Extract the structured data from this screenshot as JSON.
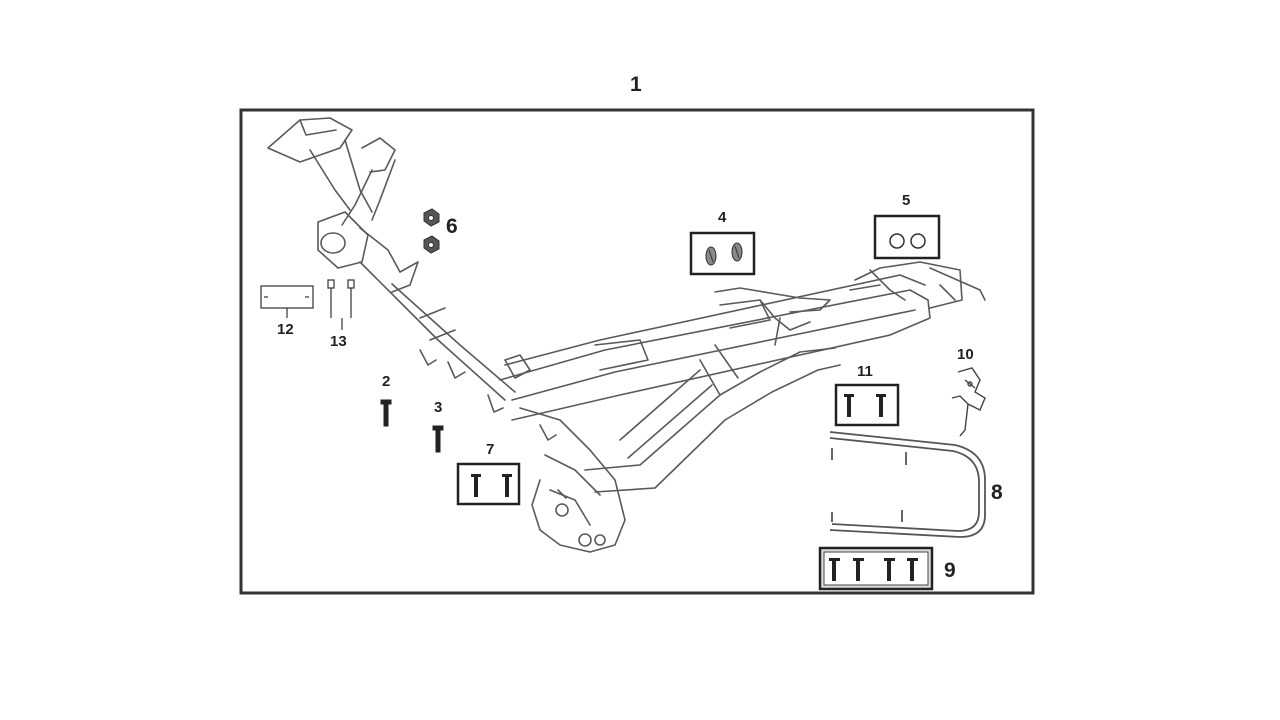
{
  "diagram": {
    "title_callout": "1",
    "callouts": {
      "c2": "2",
      "c3": "3",
      "c4": "4",
      "c5": "5",
      "c6": "6",
      "c7": "7",
      "c8": "8",
      "c9": "9",
      "c10": "10",
      "c11": "11",
      "c12": "12",
      "c13": "13"
    }
  },
  "colors": {
    "line": "#5a5a5a",
    "frame_border": "#333333",
    "background": "#ffffff"
  }
}
